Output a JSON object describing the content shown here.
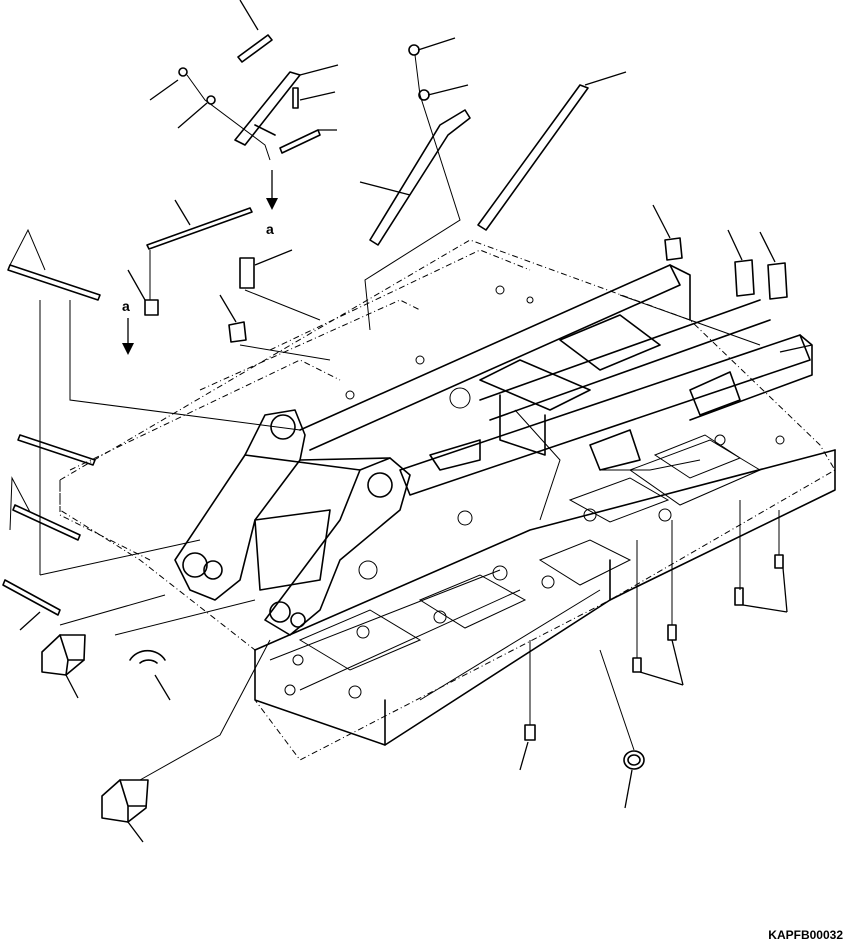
{
  "figure": {
    "document_code": "KAPFB00032",
    "detail_ref_labels": [
      "a",
      "a"
    ]
  },
  "colors": {
    "line": "#000000",
    "background": "#ffffff"
  }
}
